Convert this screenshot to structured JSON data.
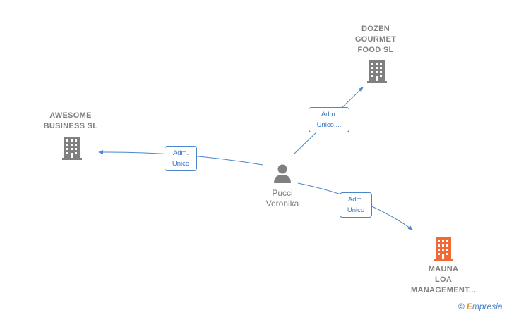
{
  "nodes": {
    "dozen": {
      "label_lines": [
        "DOZEN",
        "GOURMET",
        "FOOD  SL"
      ],
      "icon": "building-icon",
      "color": "#808080"
    },
    "awesome": {
      "label_lines": [
        "AWESOME",
        "BUSINESS  SL"
      ],
      "icon": "building-icon",
      "color": "#808080"
    },
    "mauna": {
      "label_lines": [
        "MAUNA",
        "LOA",
        "MANAGEMENT..."
      ],
      "icon": "building-icon",
      "color": "#f06a35"
    },
    "person": {
      "label_lines": [
        "Pucci",
        "Veronika"
      ],
      "icon": "person-icon",
      "color": "#808080"
    }
  },
  "edges": {
    "to_dozen": {
      "label_lines": [
        "Adm.",
        "Unico,..."
      ]
    },
    "to_awesome": {
      "label_lines": [
        "Adm.",
        "Unico"
      ]
    },
    "to_mauna": {
      "label_lines": [
        "Adm.",
        "Unico"
      ]
    }
  },
  "colors": {
    "edge": "#4a86c8",
    "building_gray": "#808080",
    "building_orange": "#f06a35"
  },
  "branding": {
    "copyright_symbol": "©",
    "logo_first": "E",
    "logo_rest": "mpresia"
  }
}
